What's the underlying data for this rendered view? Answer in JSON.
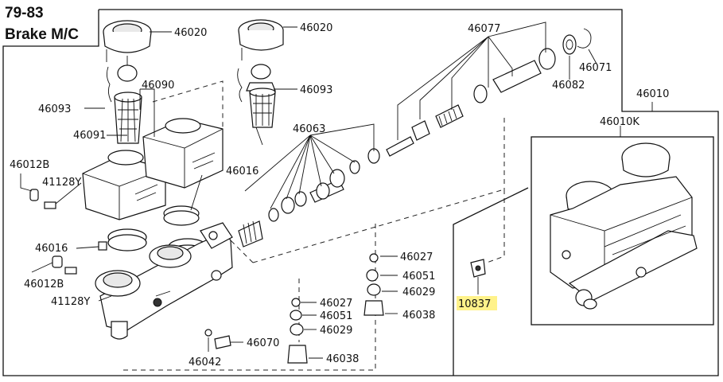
{
  "title": {
    "line1": "79-83",
    "line2": "Brake M/C"
  },
  "highlight_color": "#fff28a",
  "labels": {
    "p46020a": "46020",
    "p46020b": "46020",
    "p46090": "46090",
    "p46093a": "46093",
    "p46093b": "46093",
    "p46091": "46091",
    "p46012Ba": "46012B",
    "p41128Ya": "41128Y",
    "p46016a": "46016",
    "p46016b": "46016",
    "p46012Bb": "46012B",
    "p41128Yb": "41128Y",
    "p46063": "46063",
    "p46077": "46077",
    "p46082": "46082",
    "p46071": "46071",
    "p46010": "46010",
    "p46010K": "46010K",
    "p46027a": "46027",
    "p46051a": "46051",
    "p46029a": "46029",
    "p46038a": "46038",
    "p46027b": "46027",
    "p46051b": "46051",
    "p46029b": "46029",
    "p46038b": "46038",
    "p46070": "46070",
    "p46042": "46042",
    "p10837": "10837"
  }
}
